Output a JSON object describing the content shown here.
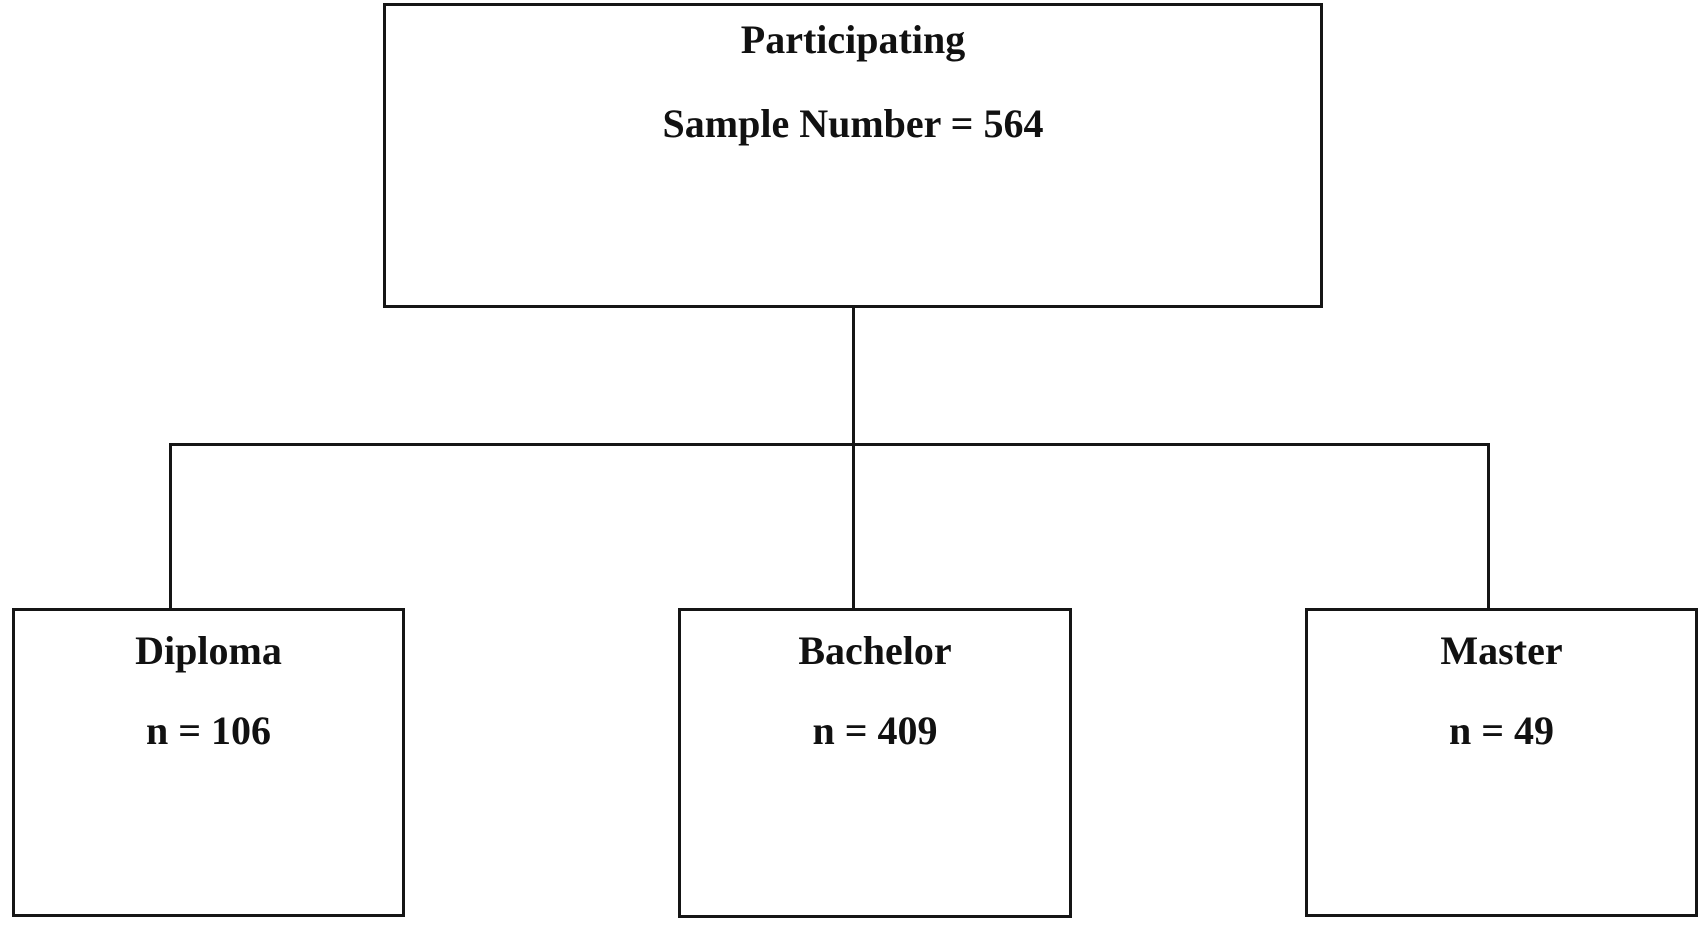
{
  "diagram": {
    "type": "flowchart",
    "root": {
      "title": "Participating",
      "subtitle": "Sample Number = 564",
      "sample_total": 564
    },
    "children": [
      {
        "title": "Diploma",
        "subtitle": "n = 106",
        "n": 106
      },
      {
        "title": "Bachelor",
        "subtitle": "n = 409",
        "n": 409
      },
      {
        "title": "Master",
        "subtitle": "n = 49",
        "n": 49
      }
    ],
    "colors": {
      "line": "#151515",
      "text": "#111111",
      "background": "#ffffff"
    }
  }
}
